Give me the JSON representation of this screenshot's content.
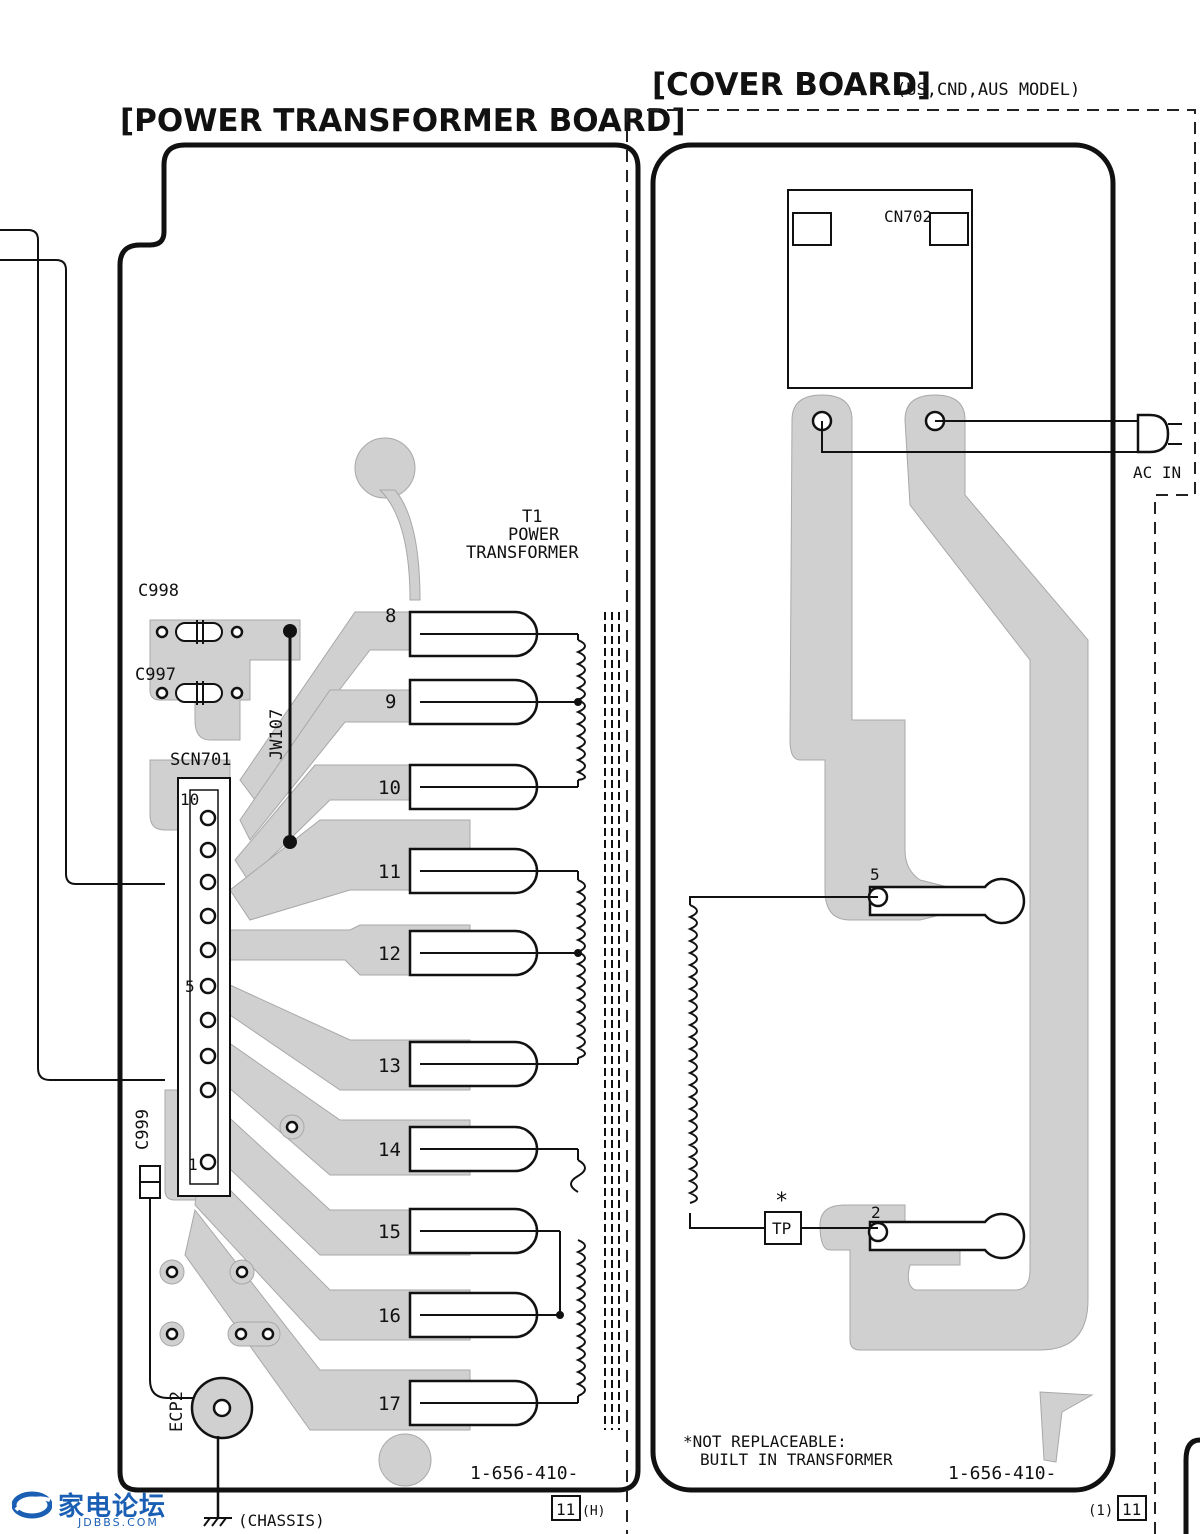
{
  "power_board": {
    "title": "[POWER TRANSFORMER BOARD]",
    "transformer": {
      "ref": "T1",
      "line1": "POWER",
      "line2": "TRANSFORMER"
    },
    "caps": [
      "C998",
      "C997",
      "C999"
    ],
    "jumper": "JW107",
    "connector": {
      "ref": "SCN701",
      "pin_top": "10",
      "pin_mid": "5",
      "pin_bottom": "1"
    },
    "terminals": [
      "8",
      "9",
      "10",
      "11",
      "12",
      "13",
      "14",
      "15",
      "16",
      "17"
    ],
    "ecp": "ECP2",
    "chassis": "(CHASSIS)",
    "part_no": "1-656-410-",
    "sheet_ref": "11",
    "sheet_suffix": "(H)"
  },
  "cover_board": {
    "title": "[COVER BOARD]",
    "models": "(US,CND,AUS MODEL)",
    "connector": "CN702",
    "ac_in": "AC IN",
    "terminal_top": "5",
    "terminal_bottom": "2",
    "tp_mark": "*",
    "tp": "TP",
    "note_line1": "*NOT REPLACEABLE:",
    "note_line2": "BUILT IN TRANSFORMER",
    "part_no": "1-656-410-",
    "sheet_prefix": "(1)",
    "sheet_ref": "11"
  },
  "watermark": {
    "brand": "家电论坛",
    "site": "JDBBS.COM"
  }
}
